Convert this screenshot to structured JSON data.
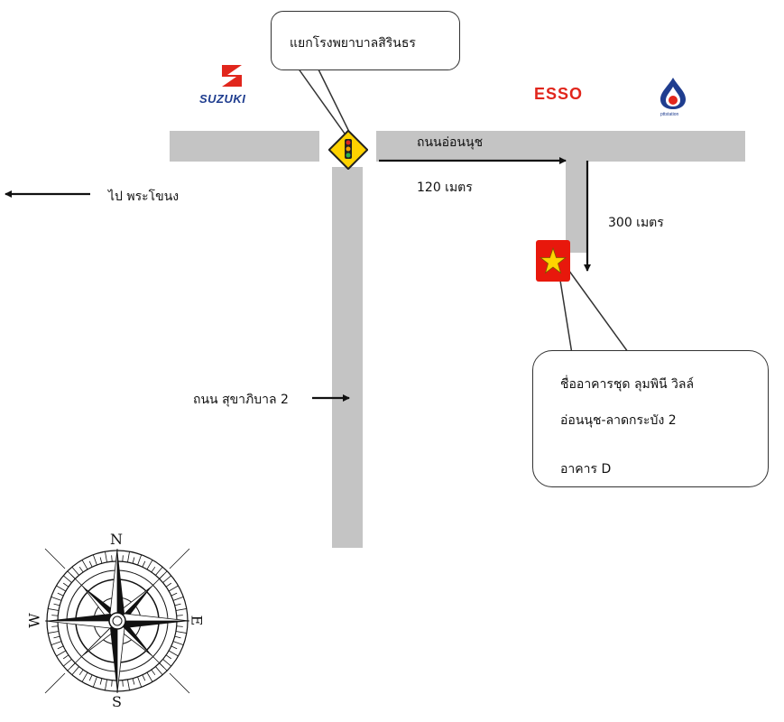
{
  "landmarks": {
    "intersection_callout": "แยกโรงพยาบาลสิรินธร",
    "suzuki_logo": "SUZUKI",
    "esso_logo": "ESSO",
    "ptt_logo": "pttstation"
  },
  "roads": {
    "main_road": "ถนนอ่อนนุช",
    "side_road": "ถนน สุขาภิบาล 2"
  },
  "directions": {
    "to_prakhanong": "ไป พระโขนง",
    "dist_east": "120 เมตร",
    "dist_south": "300 เมตร"
  },
  "destination": {
    "line1": "ชื่ออาคารชุด ลุมพินี วิลล์",
    "line2": "อ่อนนุช-ลาดกระบัง 2",
    "line3": "อาคาร D"
  },
  "compass": {
    "north": "N",
    "south": "S",
    "east": "E",
    "west": "W"
  },
  "colors": {
    "road": "#c4c4c4",
    "marker": "#e8180c",
    "star": "#ffd400",
    "suzuki": "#1f3d8f",
    "esso": "#e1261c"
  },
  "icons": [
    "traffic-light-sign-icon",
    "destination-star-icon",
    "compass-rose-icon"
  ]
}
